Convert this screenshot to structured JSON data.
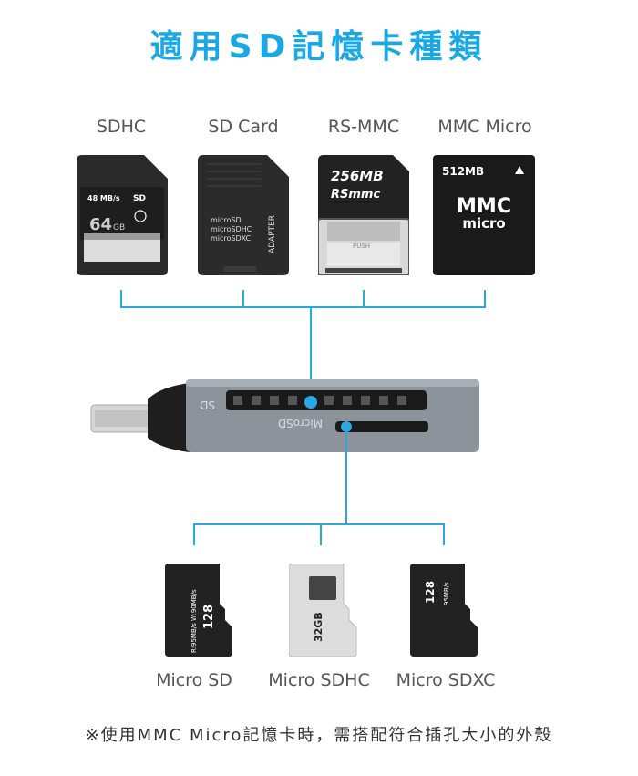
{
  "title": "適用SD記憶卡種類",
  "top_cards": {
    "sdhc": {
      "label": "SDHC",
      "speed": "48 MB/s",
      "capacity": "64",
      "capacity_unit": "GB"
    },
    "sd_card": {
      "label": "SD Card",
      "lines": [
        "microSD",
        "microSDHC",
        "microSDXC"
      ],
      "side": "ADAPTER"
    },
    "rs_mmc": {
      "label": "RS-MMC",
      "capacity": "256MB",
      "brand": "RSmmc",
      "push": "PUSH"
    },
    "mmc_micro": {
      "label": "MMC Micro",
      "capacity": "512MB",
      "logo_top": "MMC",
      "logo_bottom": "micro"
    }
  },
  "reader": {
    "sd_slot_label": "SD",
    "micro_slot_label": "MicroSD"
  },
  "bottom_cards": {
    "micro_sd": {
      "label": "Micro SD",
      "capacity": "128",
      "speed": "R:95MB/s W:90MB/s"
    },
    "micro_sdhc": {
      "label": "Micro SDHC",
      "capacity": "32GB"
    },
    "micro_sdxc": {
      "label": "Micro SDXC",
      "capacity": "128",
      "speed": "95MB/s"
    }
  },
  "colors": {
    "accent": "#19a8e4",
    "connector": "#2ba8e2",
    "reader_body": "#8c939b"
  },
  "footnote": "※使用MMC Micro記憶卡時，需搭配符合插孔大小的外殼"
}
